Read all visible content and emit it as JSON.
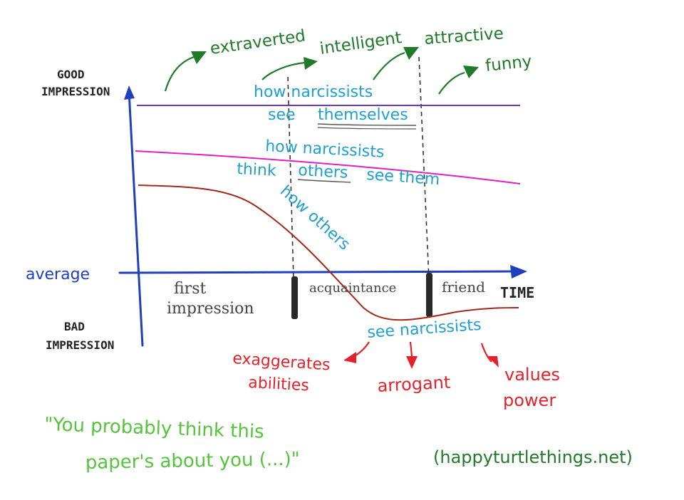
{
  "axes": {
    "y_top": "GOOD IMPRESSION",
    "y_bottom": "BAD IMPRESSION",
    "y_middle": "average",
    "x_label": "TIME"
  },
  "phases": {
    "first": "first impression",
    "second": "acquaintance",
    "third": "friend"
  },
  "traits": {
    "t1": "extraverted",
    "t2": "intelligent",
    "t3": "attractive",
    "t4": "funny"
  },
  "curves": {
    "purple_line1": "how narcissists",
    "purple_line2_a": "see",
    "purple_line2_b": "themselves",
    "pink_line1": "how narcissists",
    "pink_line2_a": "think",
    "pink_line2_b": "others",
    "pink_line2_c": "see them",
    "brown_line1": "how others",
    "brown_line2": "see narcissists"
  },
  "perceptions": {
    "p1_a": "exaggerates",
    "p1_b": "abilities",
    "p2": "arrogant",
    "p3_a": "values",
    "p3_b": "power"
  },
  "quote": {
    "line1": "\"You probably think this",
    "line2": "paper's about you (...)\""
  },
  "credit": "(happyturtlethings.net)",
  "colors": {
    "axis": "#1f3fbf",
    "purple": "#6a35c9",
    "pink": "#e020c0",
    "brown": "#a02a1a",
    "cyan": "#1e9fd0",
    "green_dark": "#1f7a2a",
    "red": "#e4222a",
    "light_green": "#55c43c",
    "black": "#222222"
  }
}
